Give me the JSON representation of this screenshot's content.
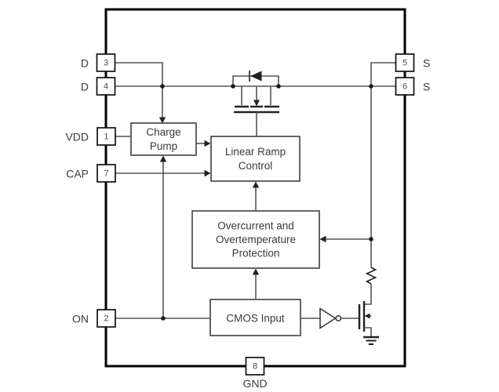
{
  "diagram": {
    "background": "#ffffff",
    "wire_color": "#555555",
    "chip_border_color": "#000000",
    "pins": [
      {
        "label": "D",
        "number": "3",
        "side": "left"
      },
      {
        "label": "D",
        "number": "4",
        "side": "left"
      },
      {
        "label": "VDD",
        "number": "1",
        "side": "left"
      },
      {
        "label": "CAP",
        "number": "7",
        "side": "left"
      },
      {
        "label": "ON",
        "number": "2",
        "side": "left"
      },
      {
        "label": "S",
        "number": "5",
        "side": "right"
      },
      {
        "label": "S",
        "number": "6",
        "side": "right"
      },
      {
        "label": "GND",
        "number": "8",
        "side": "bottom"
      }
    ],
    "blocks": {
      "charge_pump": {
        "line1": "Charge",
        "line2": "Pump"
      },
      "linear_ramp": {
        "line1": "Linear Ramp",
        "line2": "Control"
      },
      "protection": {
        "line1": "Overcurrent and",
        "line2": "Overtemperature",
        "line3": "Protection"
      },
      "cmos_input": {
        "line1": "CMOS Input"
      }
    },
    "components": {
      "pass_fet": "power-mosfet-with-body-diode",
      "inverter": "inverter-buffer",
      "resistor": "sense-resistor",
      "nmos": "nmos-transistor",
      "ground": "earth-ground"
    }
  }
}
